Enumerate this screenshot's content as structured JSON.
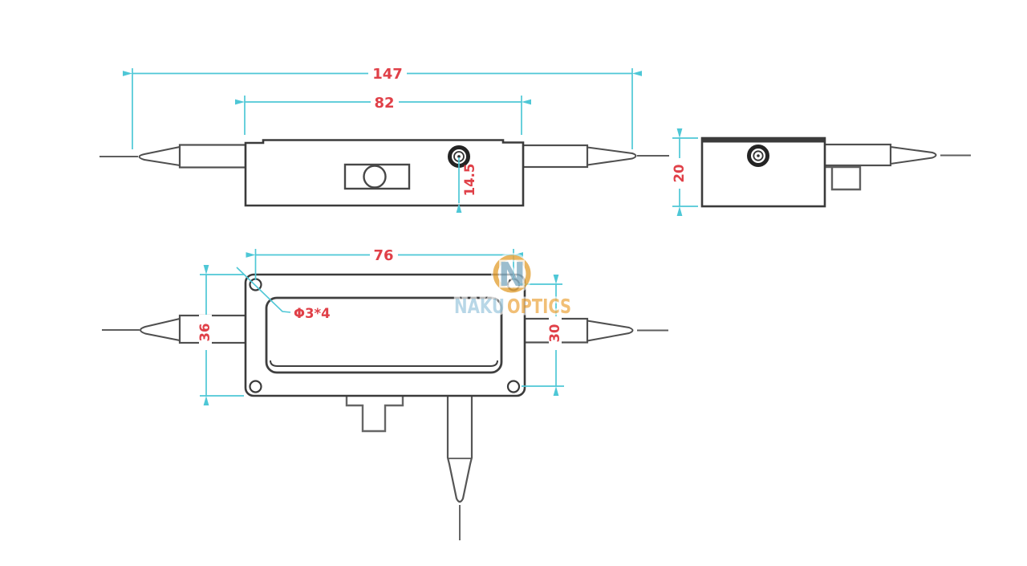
{
  "drawing": {
    "type": "engineering-drawing",
    "subject": "fiber-optic pigtailed component, three orthographic views",
    "side_view": {
      "dim_overall_length": "147",
      "dim_body_length": "82",
      "dim_screw_to_bottom": "14.5"
    },
    "end_view": {
      "dim_height": "20"
    },
    "top_view": {
      "dim_hole_pitch_length": "76",
      "dim_body_width": "36",
      "dim_hole_pitch_width": "30",
      "hole_callout": "Φ3*4"
    },
    "watermark": {
      "monogram": "N",
      "brand_left": "NAKU",
      "brand_right": "OPTICS"
    },
    "colors": {
      "outline": "#3b3b3b",
      "dimension_line": "#4ec7d6",
      "dimension_text": "#e04048",
      "logo_orange": "#e5a53e",
      "logo_blue": "#a9cfe2"
    }
  }
}
